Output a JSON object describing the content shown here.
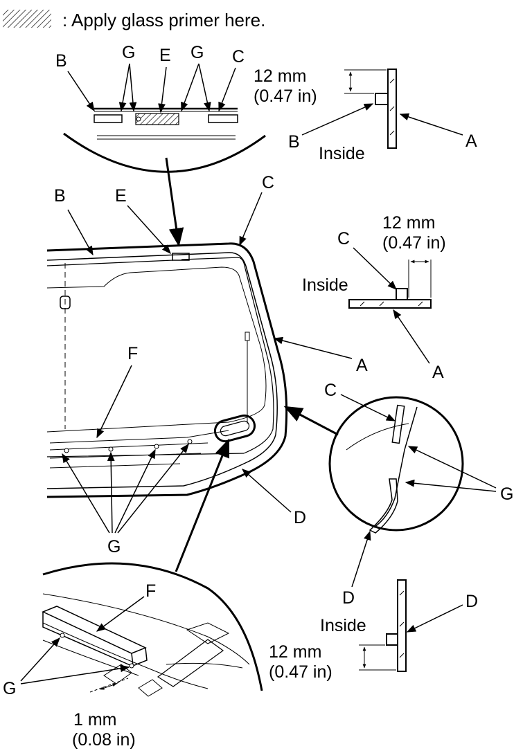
{
  "legend": {
    "text": ": Apply glass primer here.",
    "swatch_icon": "hatch-swatch-icon"
  },
  "labels": {
    "A": "A",
    "B": "B",
    "C": "C",
    "D": "D",
    "E": "E",
    "F": "F",
    "G": "G"
  },
  "dimensions": {
    "gap_12": "12 mm",
    "gap_12_in": "(0.47 in)",
    "gap_1": "1 mm",
    "gap_1_in": "(0.08 in)"
  },
  "side_text": {
    "inside": "Inside"
  },
  "colors": {
    "line": "#000000",
    "background": "#ffffff"
  }
}
